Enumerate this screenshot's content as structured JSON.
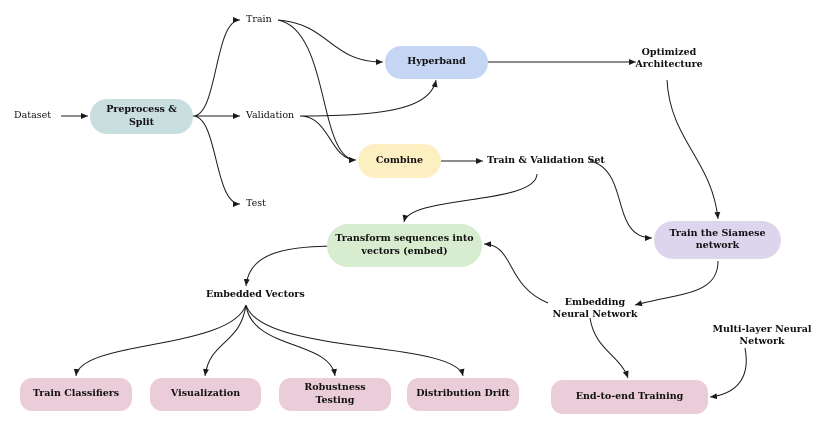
{
  "nodes": {
    "preprocess": "Preprocess & Split",
    "hyperband": "Hyperband",
    "combine": "Combine",
    "transform": "Transform sequences into vectors (embed)",
    "siamese": "Train the Siamese network",
    "train_classifiers": "Train Classifiers",
    "visualization": "Visualization",
    "robustness_testing": "Robustness Testing",
    "distribution_drift": "Distribution Drift",
    "end_to_end_training": "End-to-end Training"
  },
  "labels": {
    "dataset": "Dataset",
    "train": "Train",
    "validation": "Validation",
    "test": "Test",
    "optimized_architecture": "Optimized Architecture",
    "train_validation_set": "Train & Validation Set",
    "embedded_vectors": "Embedded Vectors",
    "embedding_neural_network": "Embedding Neural Network",
    "multi_layer_neural_network": "Multi-layer Neural Network"
  },
  "colors": {
    "preprocess": "#c9dede",
    "hyperband": "#c5d6f5",
    "combine": "#fcefc1",
    "transform": "#d8ecd0",
    "siamese": "#ddd5ee",
    "tasks": "#ebcdd9"
  }
}
